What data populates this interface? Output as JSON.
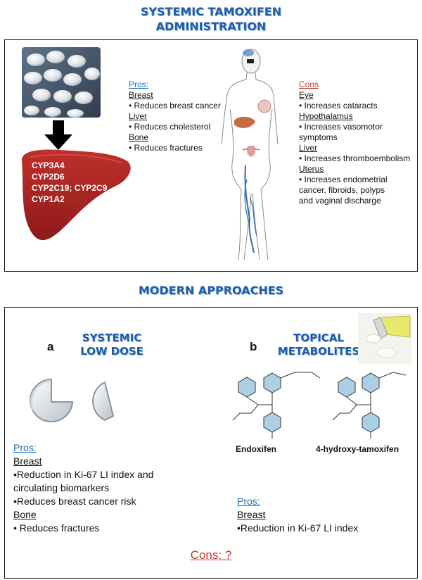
{
  "header": {
    "title_line1": "SYSTEMIC TAMOXIFEN",
    "title_line2": "ADMINISTRATION"
  },
  "top_panel": {
    "enzymes": [
      "CYP3A4",
      "CYP2D6",
      "CYP2C19; CYP2C9",
      "CYP1A2"
    ],
    "pros": {
      "title": "Pros:",
      "groups": [
        {
          "organ": "Breast",
          "effects": [
            "• Reduces breast cancer"
          ]
        },
        {
          "organ": "Liver",
          "effects": [
            "• Reduces cholesterol"
          ]
        },
        {
          "organ": "Bone",
          "effects": [
            "• Reduces fractures"
          ]
        }
      ]
    },
    "cons": {
      "title": "Cons",
      "groups": [
        {
          "organ": "Eye",
          "effects": [
            "• Increases cataracts"
          ]
        },
        {
          "organ": "Hypothalamus",
          "effects": [
            "• Increases vasomotor",
            "symptoms"
          ]
        },
        {
          "organ": "Liver",
          "effects": [
            "• Increases thromboembolism"
          ]
        },
        {
          "organ": "Uterus",
          "effects": [
            "• Increases endometrial",
            "cancer, fibroids, polyps",
            "and vaginal discharge"
          ]
        }
      ]
    }
  },
  "section2": {
    "title": "MODERN APPROACHES"
  },
  "bottom_panel": {
    "a": {
      "letter": "a",
      "title_line1": "SYSTEMIC",
      "title_line2": "LOW DOSE",
      "pros_title": "Pros:",
      "breast_label": "Breast",
      "breast_items": [
        "•Reduction in Ki-67 LI index and",
        "circulating biomarkers",
        "•Reduces breast cancer risk"
      ],
      "bone_label": "Bone",
      "bone_items": [
        "• Reduces fractures"
      ]
    },
    "b": {
      "letter": "b",
      "title_line1": "TOPICAL",
      "title_line2": "METABOLITES",
      "compound1": "Endoxifen",
      "compound2": "4-hydroxy-tamoxifen",
      "pros_title": "Pros:",
      "breast_label": "Breast",
      "breast_items": [
        "•Reduction in Ki-67 LI index"
      ]
    },
    "cons_footer": "Cons: ?"
  },
  "colors": {
    "heading_blue": "#1f5ea8",
    "pros_blue": "#1f6fb5",
    "cons_red": "#c0392b",
    "liver_red": "#a8201f"
  }
}
